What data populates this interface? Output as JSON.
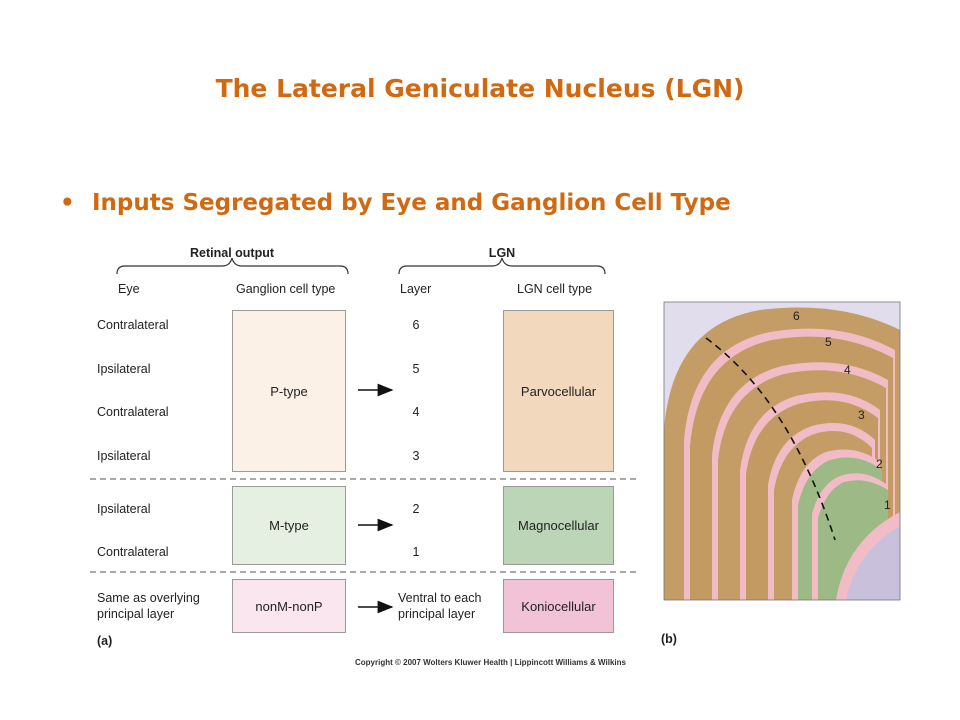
{
  "title": "The Lateral Geniculate Nucleus (LGN)",
  "bullet": "Inputs Segregated by Eye and Ganglion Cell Type",
  "diagram": {
    "retinal_output_header": "Retinal output",
    "lgn_header": "LGN",
    "col_eye": "Eye",
    "col_ganglion": "Ganglion cell type",
    "col_layer": "Layer",
    "col_lgn_cell": "LGN cell type",
    "eyes": [
      "Contralateral",
      "Ipsilateral",
      "Contralateral",
      "Ipsilateral",
      "Ipsilateral",
      "Contralateral"
    ],
    "eye_last_line1": "Same as overlying",
    "eye_last_line2": "principal layer",
    "layers": [
      "6",
      "5",
      "4",
      "3",
      "2",
      "1"
    ],
    "layer_last_line1": "Ventral to each",
    "layer_last_line2": "principal layer",
    "ganglion_boxes": [
      "P-type",
      "M-type",
      "nonM-nonP"
    ],
    "lgn_boxes": [
      "Parvocellular",
      "Magnocellular",
      "Koniocellular"
    ],
    "panel_a_label": "(a)",
    "panel_b_label": "(b)",
    "micrograph_layers": [
      "6",
      "5",
      "4",
      "3",
      "2",
      "1"
    ],
    "colors": {
      "title": "#d06a12",
      "p_type": "#fbf1e7",
      "parvocellular": "#f2d9be",
      "m_type": "#e5efe2",
      "magnocellular": "#bcd5b6",
      "nonm_nonp": "#f9e6ef",
      "koniocellular": "#f2c3d6"
    }
  },
  "copyright": "Copyright © 2007 Wolters Kluwer Health | Lippincott Williams & Wilkins"
}
